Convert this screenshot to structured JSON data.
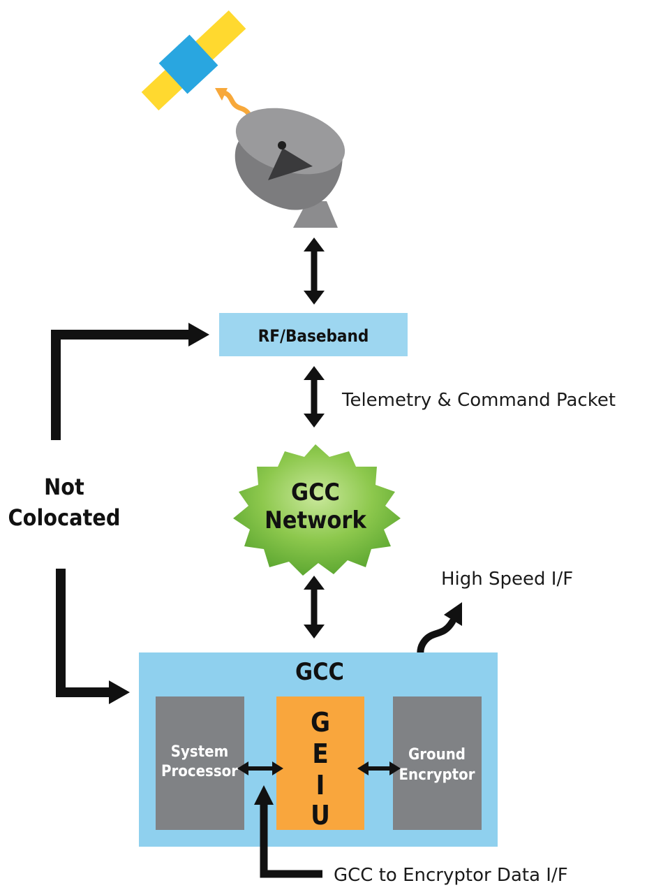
{
  "diagram": {
    "rf_baseband": "RF/Baseband",
    "telemetry_label": "Telemetry & Command Packet",
    "gcc_network_line1": "GCC",
    "gcc_network_line2": "Network",
    "not_colocated_line1": "Not",
    "not_colocated_line2": "Colocated",
    "high_speed_label": "High Speed I/F",
    "gcc_title": "GCC",
    "system_processor_line1": "System",
    "system_processor_line2": "Processor",
    "geiu_letters": [
      "G",
      "E",
      "I",
      "U"
    ],
    "ground_encryptor_line1": "Ground",
    "ground_encryptor_line2": "Encryptor",
    "encryptor_data_label": "GCC to Encryptor Data I/F"
  },
  "colors": {
    "light_blue": "#9dd6f0",
    "gcc_blue": "#8fd0ee",
    "box_gray": "#808285",
    "geiu_orange": "#f9a63d",
    "cloud_green": "#7dc242",
    "satellite_yellow": "#ffd92f",
    "satellite_body": "#29a6e0",
    "dish_gray": "#8c8c8e",
    "signal_orange": "#f7a83a",
    "arrow_black": "#111111"
  }
}
